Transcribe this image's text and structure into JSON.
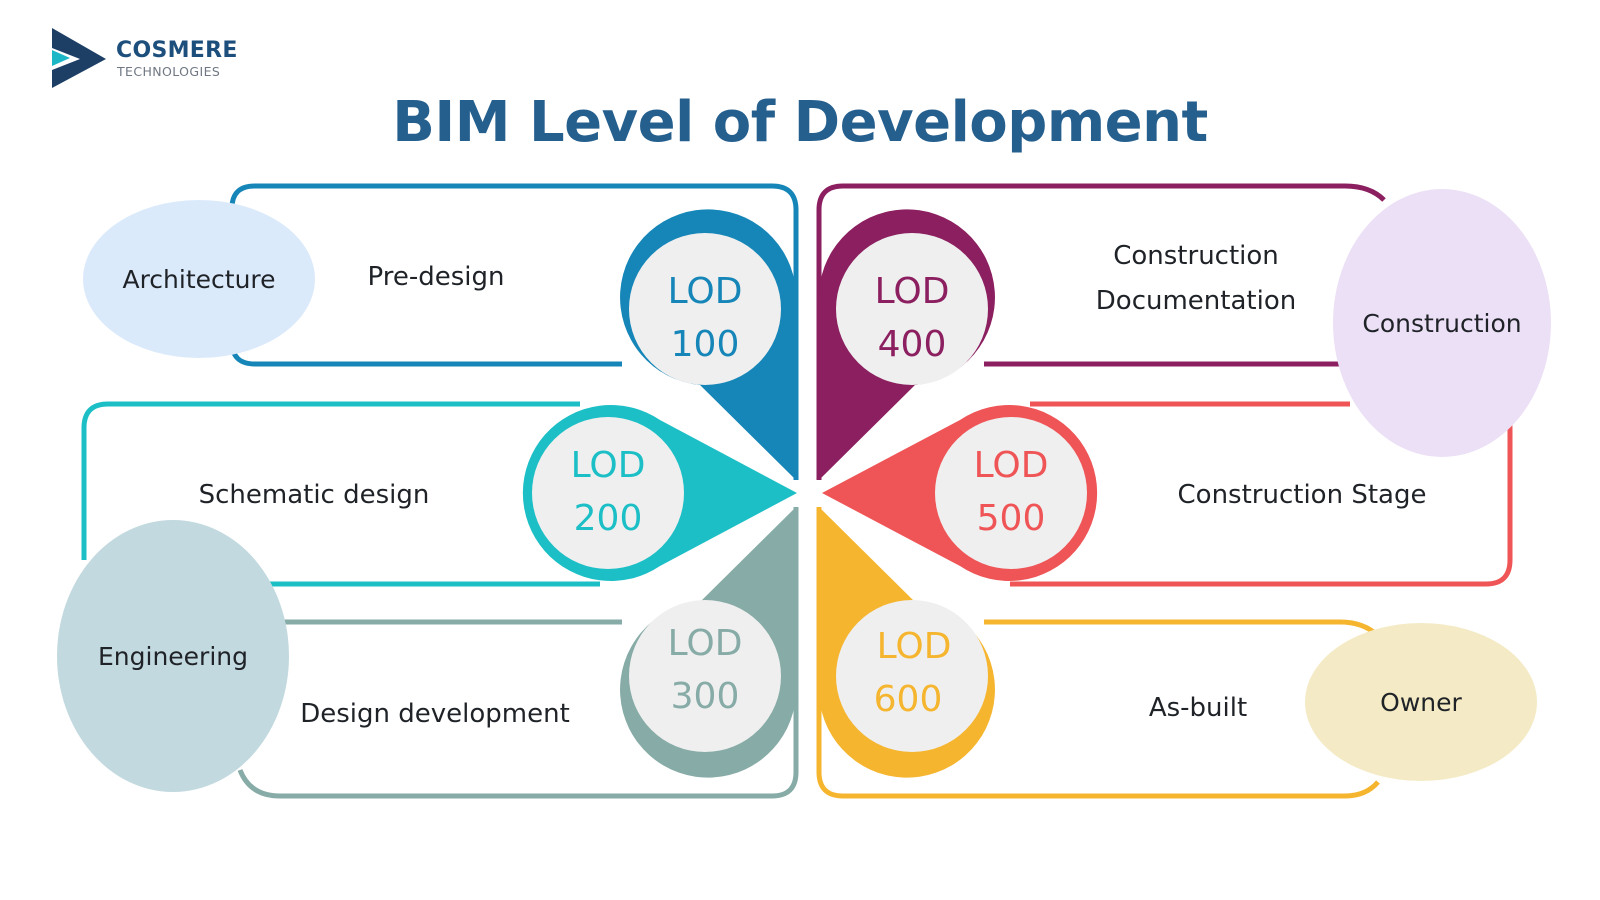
{
  "logo": {
    "brand": "COSMERE",
    "sub": "TECHNOLOGIES"
  },
  "title": "BIM Level of Development",
  "colors": {
    "lod100": "#1686b8",
    "lod200": "#1cbfc6",
    "lod300": "#87aba6",
    "lod400": "#8b1f5f",
    "lod500": "#ef5456",
    "lod600": "#f5b52e",
    "center_fill": "#efefef"
  },
  "roles": {
    "architecture": "Architecture",
    "engineering": "Engineering",
    "construction": "Construction",
    "owner": "Owner"
  },
  "stages": {
    "lod100": {
      "line1": "LOD",
      "line2": "100",
      "stage": "Pre-design"
    },
    "lod200": {
      "line1": "LOD",
      "line2": "200",
      "stage": "Schematic design"
    },
    "lod300": {
      "line1": "LOD",
      "line2": "300",
      "stage": "Design development"
    },
    "lod400": {
      "line1": "LOD",
      "line2": "400",
      "stage1": "Construction",
      "stage2": "Documentation"
    },
    "lod500": {
      "line1": "LOD",
      "line2": "500",
      "stage": "Construction Stage"
    },
    "lod600": {
      "line1": "LOD",
      "line2": "600",
      "stage": "As-built"
    }
  }
}
